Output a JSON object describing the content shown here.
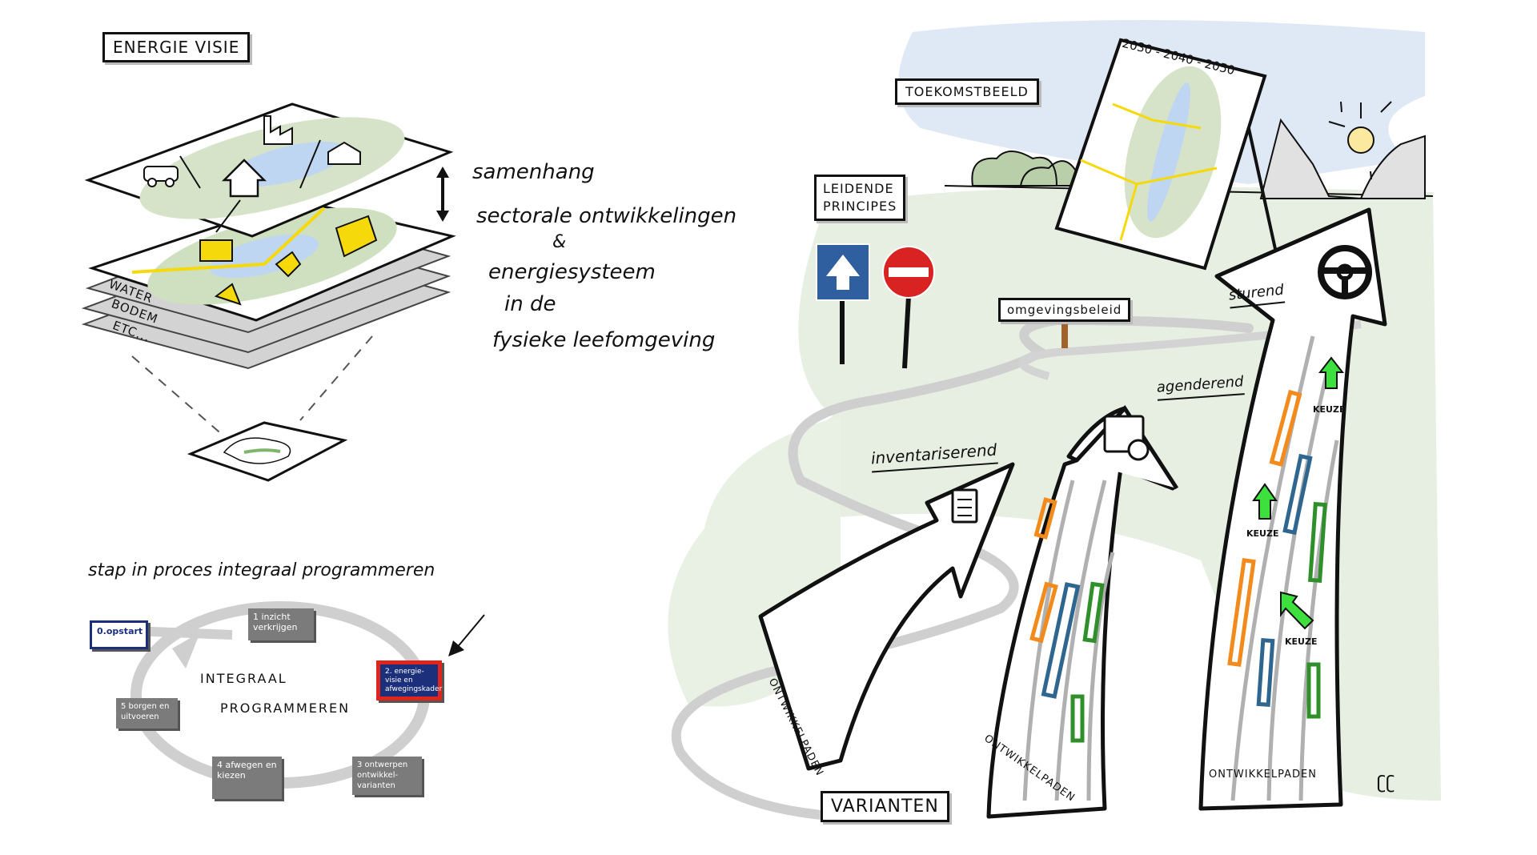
{
  "left": {
    "title": "ENERGIE VISIE",
    "layers": [
      "WATER",
      "BODEM",
      "ETC..."
    ],
    "annotations": {
      "samenhang": "samenhang",
      "line1": "sectorale ontwikkelingen",
      "amp": "&",
      "line2": "energiesysteem",
      "line3": "in de",
      "line4": "fysieke leefomgeving"
    },
    "map_icons": [
      "car-icon",
      "house-icon",
      "factory-icon",
      "greenhouse-icon",
      "solar-panel-icon",
      "windmill-icon",
      "power-pylon-icon"
    ]
  },
  "process": {
    "heading": "stap in proces integraal programmeren",
    "center_line1": "INTEGRAAL",
    "center_line2": "PROGRAMMEREN",
    "steps": [
      {
        "label": "0.opstart",
        "state": "start"
      },
      {
        "label": "1 inzicht verkrijgen",
        "state": "normal"
      },
      {
        "label": "2. energie-visie en afwegingskader",
        "state": "active"
      },
      {
        "label": "3 ontwerpen ontwikkel-varianten",
        "state": "normal"
      },
      {
        "label": "4 afwegen en kiezen",
        "state": "normal"
      },
      {
        "label": "5 borgen en uitvoeren",
        "state": "normal"
      }
    ],
    "colors": {
      "active_border": "#e0261c",
      "active_fill": "#1c2f7a",
      "step_fill": "#7b7b7b"
    }
  },
  "right": {
    "toekomstbeeld": "TOEKOMSTBEELD",
    "years": "2030 - 2040 - 2050",
    "leidende_principes_1": "LEIDENDE",
    "leidende_principes_2": "PRINCIPES",
    "omgevingsbeleid": "omgevingsbeleid",
    "varianten": "VARIANTEN",
    "arrows": [
      {
        "mode": "inventariserend",
        "icon": "clipboard-icon",
        "base": "ONTWIKKELPADEN"
      },
      {
        "mode": "agenderend",
        "icon": "calendar-clock-icon",
        "base": "ONTWIKKELPADEN"
      },
      {
        "mode": "sturend",
        "icon": "steering-wheel-icon",
        "base": "ONTWIKKELPADEN"
      }
    ],
    "keuze": "KEUZE",
    "signature": "CC",
    "colors": {
      "orange": "#f28a1c",
      "blue": "#2f6690",
      "green": "#2f8f2a",
      "choice_arrow": "#3de03d",
      "sign_blue": "#2f5f9e",
      "sign_red": "#d92323"
    }
  }
}
